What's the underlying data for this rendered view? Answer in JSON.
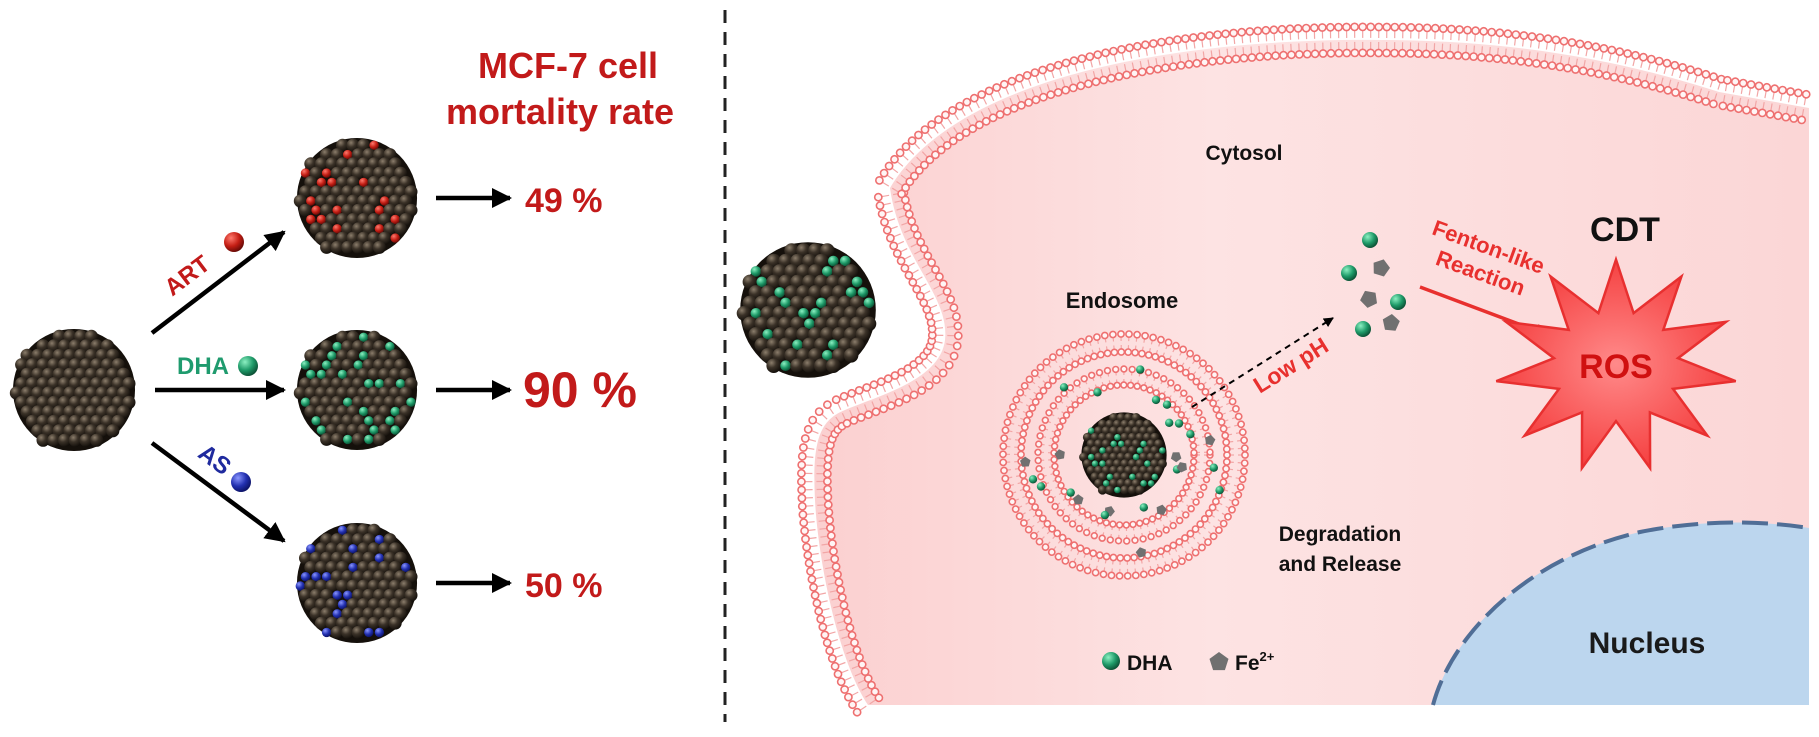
{
  "left_panel": {
    "title_line1": "MCF-7 cell",
    "title_line2": "mortality rate",
    "branches": [
      {
        "drug": "ART",
        "rate": "49 %",
        "color": "#c21a1a"
      },
      {
        "drug": "DHA",
        "rate": "90 %",
        "color": "#1f9b6e"
      },
      {
        "drug": "AS",
        "rate": "50 %",
        "color": "#1f2a9e"
      }
    ]
  },
  "right_panel": {
    "cytosol_label": "Cytosol",
    "endosome_label": "Endosome",
    "low_ph_label": "Low pH",
    "reaction_line1": "Fenton-like",
    "reaction_line2": "Reaction",
    "cdt_label": "CDT",
    "ros_label": "ROS",
    "degradation_line1": "Degradation",
    "degradation_line2": "and Release",
    "nucleus_label": "Nucleus",
    "legend": {
      "dha_label": "DHA",
      "fe_label": "Fe",
      "fe_superscript": "2+"
    }
  },
  "colors": {
    "accent_red": "#c21a1a",
    "reaction_red": "#e8302e",
    "dha_green": "#1f9b6e",
    "as_blue": "#1f2a9e",
    "cell_pink": "#fde0e0",
    "membrane": "#f07c7c",
    "nucleus_blue": "#bcd6ee",
    "fe_gray": "#707070"
  }
}
